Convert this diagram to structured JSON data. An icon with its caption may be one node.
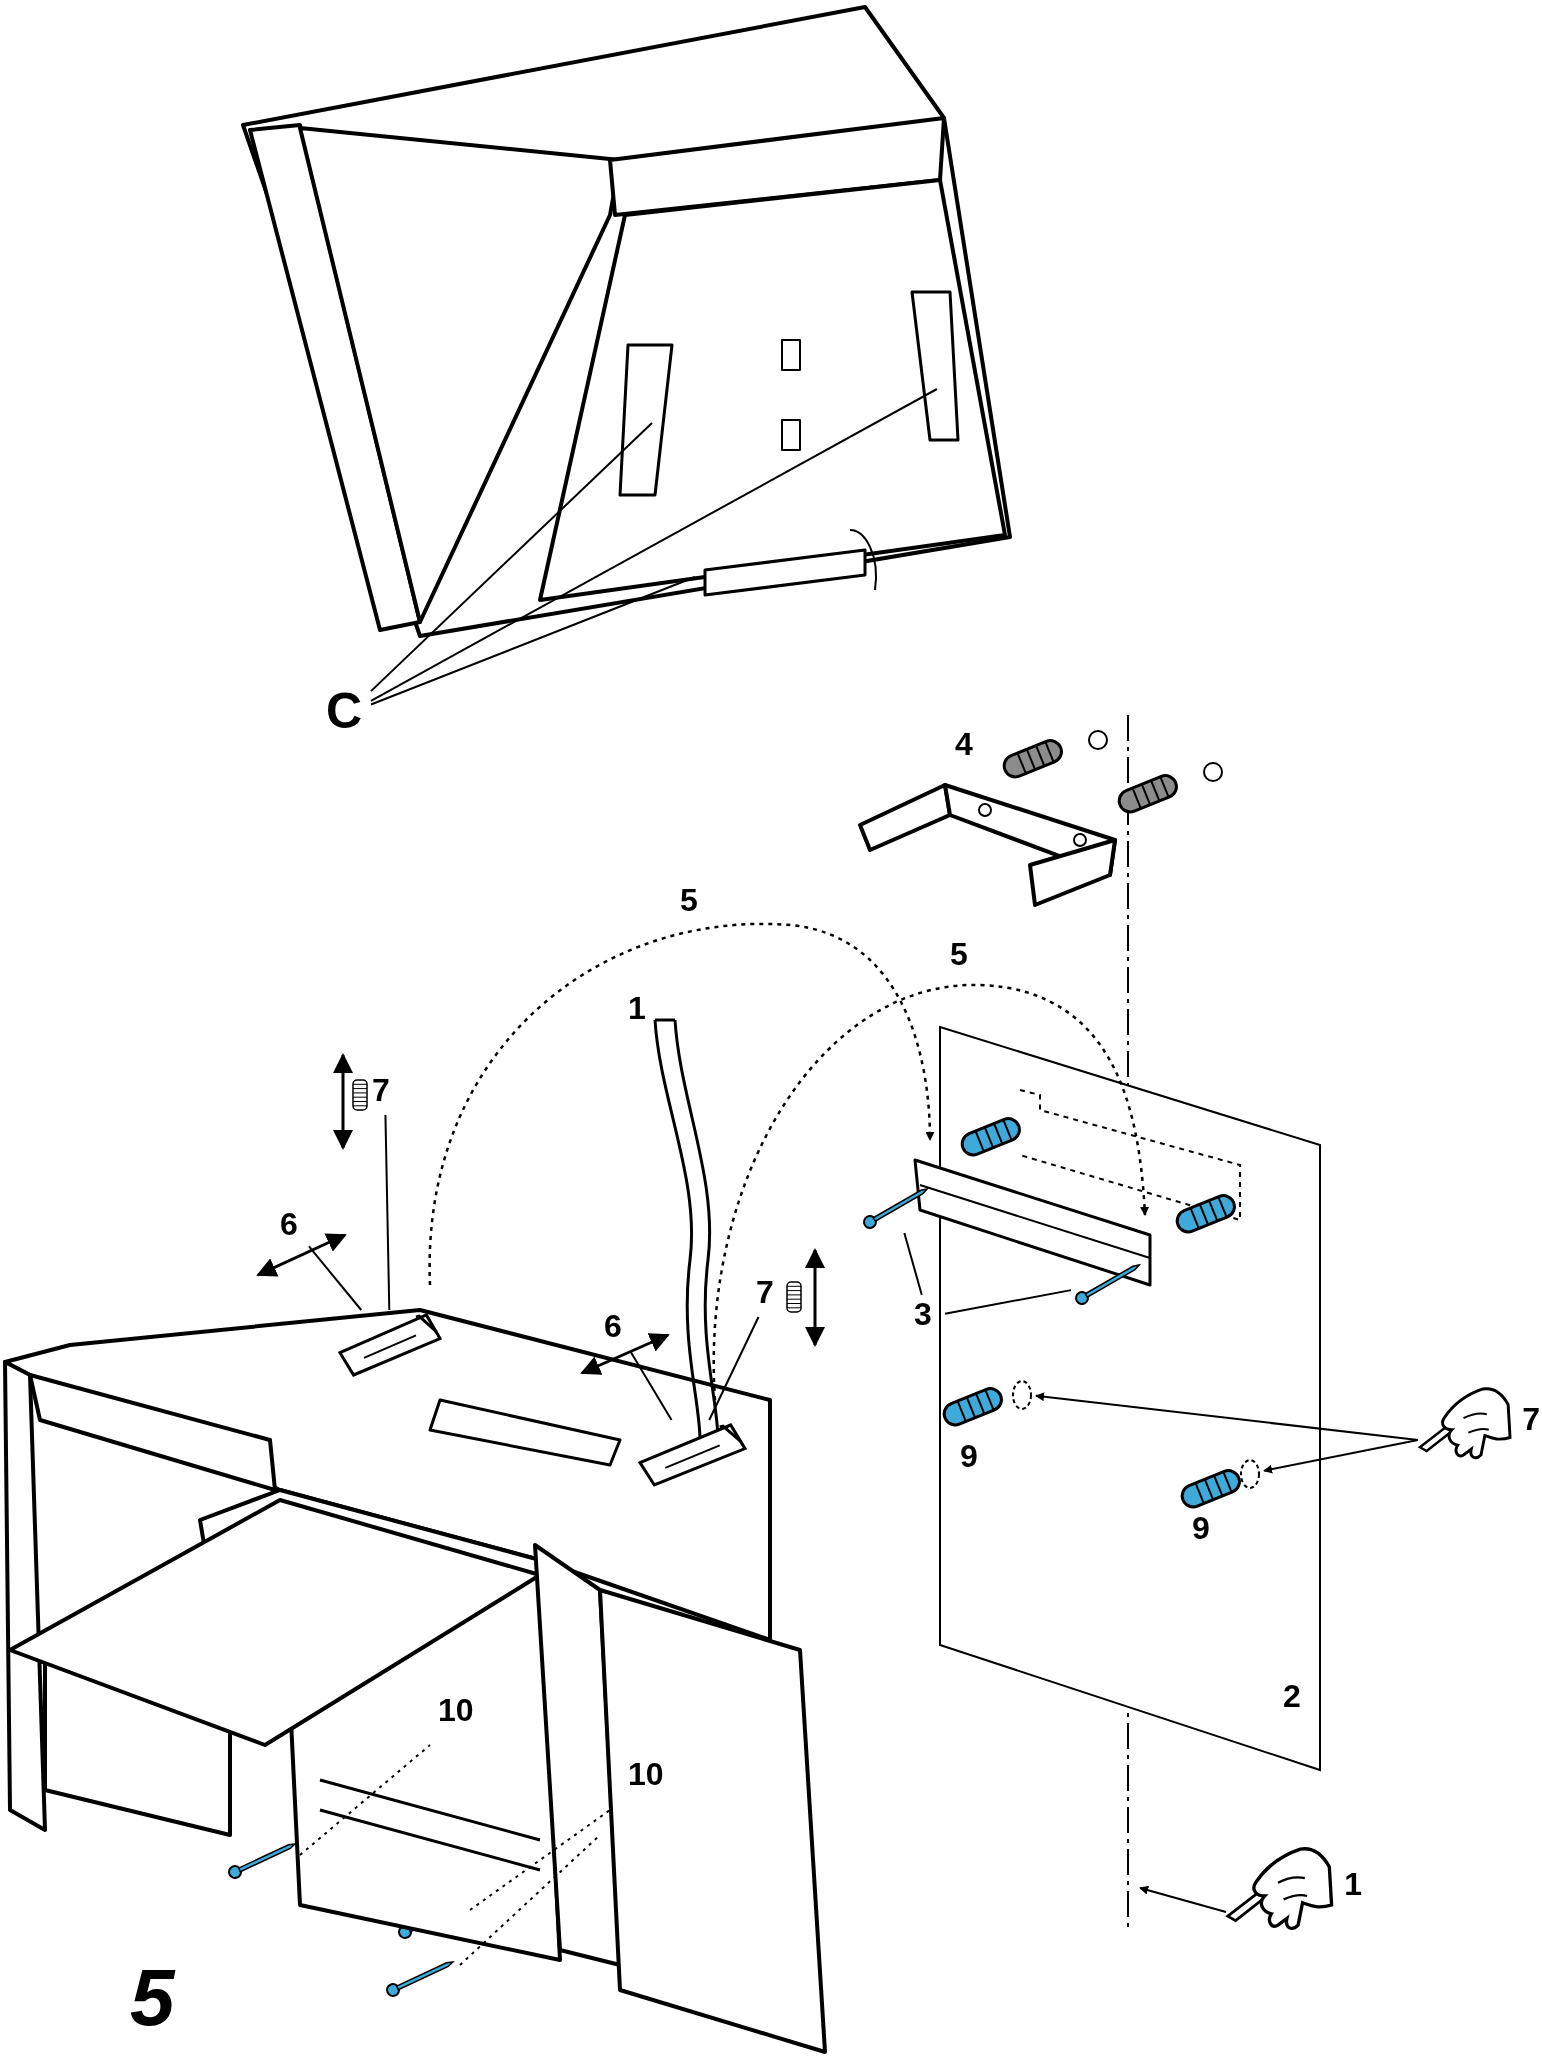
{
  "diagram": {
    "nodes": [
      {
        "text": [
          "C"
        ]
      },
      {
        "text": [
          "3"
        ]
      },
      {
        "text": [
          "7"
        ]
      },
      {
        "text": [
          "6"
        ]
      },
      {
        "text": [
          "6"
        ]
      },
      {
        "text": [
          "7"
        ]
      },
      {
        "text": [],
        "shape": "picture",
        "beside": [
          "7"
        ]
      },
      {
        "text": [],
        "shape": "picture",
        "beside": [
          "1"
        ]
      },
      {
        "text": [],
        "shape": "screw"
      },
      {
        "text": [],
        "shape": "screw"
      },
      {
        "text": [],
        "shape": "circle"
      },
      {
        "text": [],
        "shape": "circle"
      },
      {
        "text": [],
        "shape": "box"
      },
      {
        "text": [],
        "shape": "box"
      }
    ],
    "edges": [
      {
        "from": 0,
        "to": null,
        "arrow": "none"
      },
      {
        "from": 0,
        "to": null,
        "arrow": "none"
      },
      {
        "from": 0,
        "to": null,
        "arrow": "none"
      },
      {
        "from": 1,
        "to": 8,
        "arrow": "none"
      },
      {
        "from": 1,
        "to": 9,
        "arrow": "none"
      },
      {
        "from": 2,
        "to": 12,
        "arrow": "none"
      },
      {
        "from": 3,
        "to": 12,
        "arrow": "none"
      },
      {
        "from": 4,
        "to": 13,
        "arrow": "none"
      },
      {
        "from": 5,
        "to": 13,
        "arrow": "none"
      },
      {
        "from": 6,
        "to": 10,
        "arrow": "to"
      },
      {
        "from": 6,
        "to": 11,
        "arrow": "to"
      },
      {
        "from": 7,
        "to": null,
        "arrow": "to"
      }
    ],
    "labels": [
      "4",
      "5",
      "5",
      "1",
      "9",
      "9",
      "2",
      "10",
      "10",
      "5"
    ]
  }
}
